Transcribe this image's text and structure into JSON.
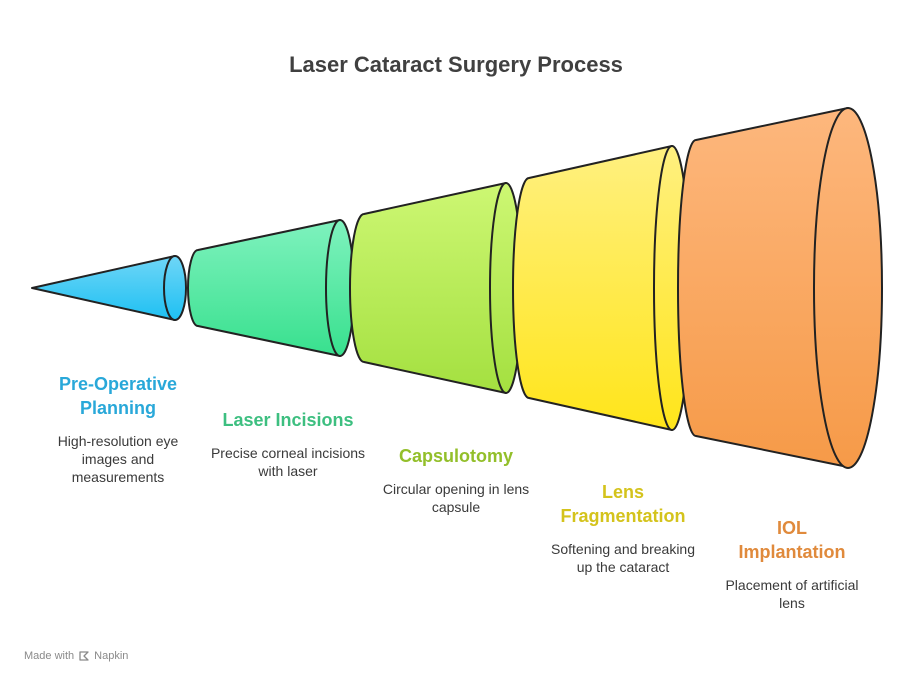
{
  "title": "Laser Cataract Surgery Process",
  "steps": [
    {
      "name": "Pre-Operative Planning",
      "description": "High-resolution eye images and measurements",
      "color": "#29a8d9"
    },
    {
      "name": "Laser Incisions",
      "description": "Precise corneal incisions with laser",
      "color": "#3dbf80"
    },
    {
      "name": "Capsulotomy",
      "description": "Circular opening in lens capsule",
      "color": "#93bf2a"
    },
    {
      "name": "Lens Fragmentation",
      "description": "Softening and breaking up the cataract",
      "color": "#d4c31c"
    },
    {
      "name": "IOL Implantation",
      "description": "Placement of artificial lens",
      "color": "#e08a3c"
    }
  ],
  "footer": {
    "made_with": "Made with",
    "brand": "Napkin",
    "icon": "napkin-logo-icon"
  }
}
